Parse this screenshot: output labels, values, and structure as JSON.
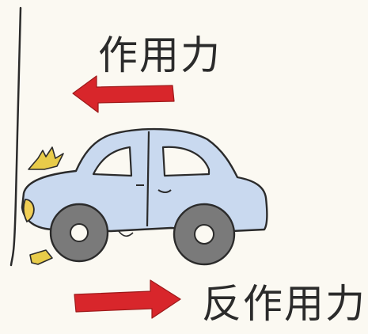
{
  "labels": {
    "action_force": "作用力",
    "reaction_force": "反作用力"
  },
  "colors": {
    "paper": "#fbf9f2",
    "pencil": "#2b2b2b",
    "arrow_red": "#d8262b",
    "car_body": "#c9d9ef",
    "tire": "#7a7a7a",
    "headlight": "#f1cf55",
    "impact_spark": "#e2c23a"
  },
  "icons": {
    "wall": "wall-line",
    "car": "car-icon",
    "action_arrow": "arrow-left-icon",
    "reaction_arrow": "arrow-right-icon",
    "impact": "impact-spark-icon"
  }
}
